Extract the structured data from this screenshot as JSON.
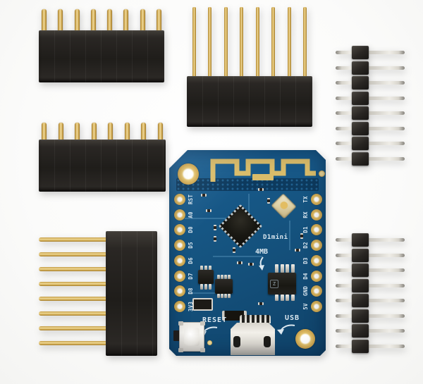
{
  "scene": {
    "type": "product-photo",
    "subject": "ESP8266 D1 mini WiFi development board kit with four 8-pin headers",
    "background": "#fbfbfa"
  },
  "colors": {
    "pcb_blue": "#15537f",
    "pcb_dark_blue": "#0d3a5e",
    "antenna_gold": "#d9bc6a",
    "pin_gold": "#d4ab55",
    "plastic_black": "#23211e",
    "pin_silver": "#d8d5cd",
    "silkscreen_white": "#dce8f0"
  },
  "board": {
    "silkscreen_model": "D1mini",
    "silkscreen_flash": "4MB",
    "silkscreen_reset": "RESET",
    "silkscreen_usb": "USB",
    "flash_chip_logo": "Z",
    "left_pin_labels": [
      "RST",
      "A0",
      "D0",
      "D5",
      "D6",
      "D7",
      "D8",
      "3V3"
    ],
    "right_pin_labels": [
      "TX",
      "RX",
      "D1",
      "D2",
      "D3",
      "D4",
      "GND",
      "5V"
    ]
  },
  "headers": {
    "female_short_top_left": {
      "pin_count": 8
    },
    "stacking_top_middle": {
      "pin_count": 8
    },
    "male_top_right": {
      "pin_count": 8
    },
    "female_short_mid_left": {
      "pin_count": 8
    },
    "stacking_bottom_left": {
      "pin_count": 8
    },
    "male_bottom_right": {
      "pin_count": 8
    }
  }
}
